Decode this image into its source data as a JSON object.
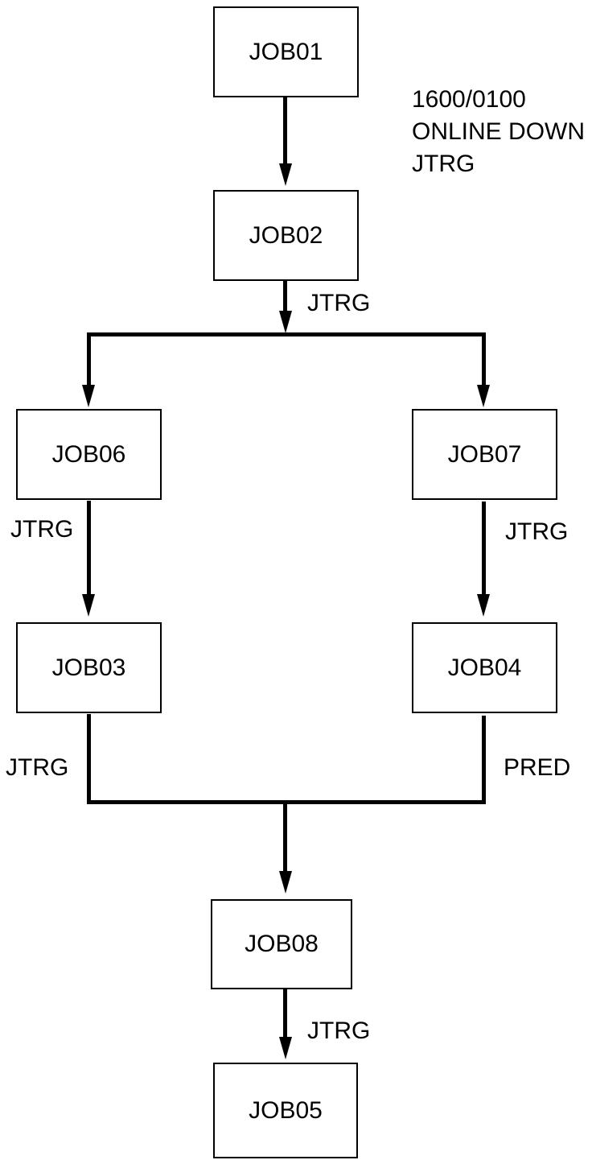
{
  "diagram": {
    "type": "flowchart",
    "colors": {
      "ink": "#000000",
      "background": "#ffffff"
    },
    "annotation": {
      "lines": [
        "1600/0100",
        "ONLINE DOWN",
        "JTRG"
      ]
    },
    "nodes": {
      "job01": {
        "label": "JOB01"
      },
      "job02": {
        "label": "JOB02"
      },
      "job06": {
        "label": "JOB06"
      },
      "job07": {
        "label": "JOB07"
      },
      "job03": {
        "label": "JOB03"
      },
      "job04": {
        "label": "JOB04"
      },
      "job08": {
        "label": "JOB08"
      },
      "job05": {
        "label": "JOB05"
      }
    },
    "edge_labels": {
      "job02_out": "JTRG",
      "job06_to_job03": "JTRG",
      "job07_to_job04": "JTRG",
      "job03_to_job08": "JTRG",
      "job04_to_job08": "PRED",
      "job08_to_job05": "JTRG"
    },
    "edges": [
      {
        "from": "JOB01",
        "to": "JOB02",
        "label": ""
      },
      {
        "from": "JOB02",
        "to": "JOB06",
        "label": "JTRG"
      },
      {
        "from": "JOB02",
        "to": "JOB07",
        "label": "JTRG"
      },
      {
        "from": "JOB06",
        "to": "JOB03",
        "label": "JTRG"
      },
      {
        "from": "JOB07",
        "to": "JOB04",
        "label": "JTRG"
      },
      {
        "from": "JOB03",
        "to": "JOB08",
        "label": "JTRG"
      },
      {
        "from": "JOB04",
        "to": "JOB08",
        "label": "PRED"
      },
      {
        "from": "JOB08",
        "to": "JOB05",
        "label": "JTRG"
      }
    ]
  }
}
